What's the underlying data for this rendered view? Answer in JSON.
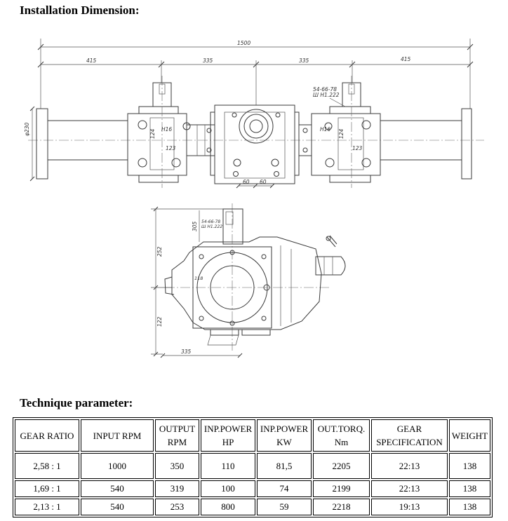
{
  "headings": {
    "installation": "Installation Dimension:",
    "technique": "Technique parameter:"
  },
  "drawing": {
    "top_view": {
      "overall_length": "1500",
      "seg_left": "415",
      "seg_center_left": "335",
      "seg_center_right": "335",
      "seg_right": "415",
      "flange_diameter": "φ230",
      "part_no_line1": "54-66-78",
      "part_no_line2": "Ш Н1.222",
      "fit_left": "H16",
      "fit_right": "H16",
      "height_left": "124",
      "height_right": "124",
      "width_left": "123",
      "width_right": "123",
      "center_left": "60",
      "center_right": "60"
    },
    "side_view": {
      "stub_height": "305",
      "part_no_line1": "54-66-78",
      "part_no_line2": "Ш Н1.222",
      "upper_height": "252",
      "lower_height": "122",
      "offset": "118",
      "base_width": "335"
    }
  },
  "table": {
    "headers": [
      [
        "GEAR RATIO"
      ],
      [
        "INPUT RPM"
      ],
      [
        "OUTPUT",
        "RPM"
      ],
      [
        "INP.POWER",
        "HP"
      ],
      [
        "INP.POWER",
        "KW"
      ],
      [
        "OUT.TORQ.",
        "Nm"
      ],
      [
        "GEAR",
        "SPECIFICATION"
      ],
      [
        "WEIGHT"
      ]
    ],
    "rows": [
      [
        "2,58 : 1",
        "1000",
        "350",
        "110",
        "81,5",
        "2205",
        "22:13",
        "138"
      ],
      [
        "1,69 : 1",
        "540",
        "319",
        "100",
        "74",
        "2199",
        "22:13",
        "138"
      ],
      [
        "2,13 : 1",
        "540",
        "253",
        "800",
        "59",
        "2218",
        "19:13",
        "138"
      ]
    ]
  }
}
